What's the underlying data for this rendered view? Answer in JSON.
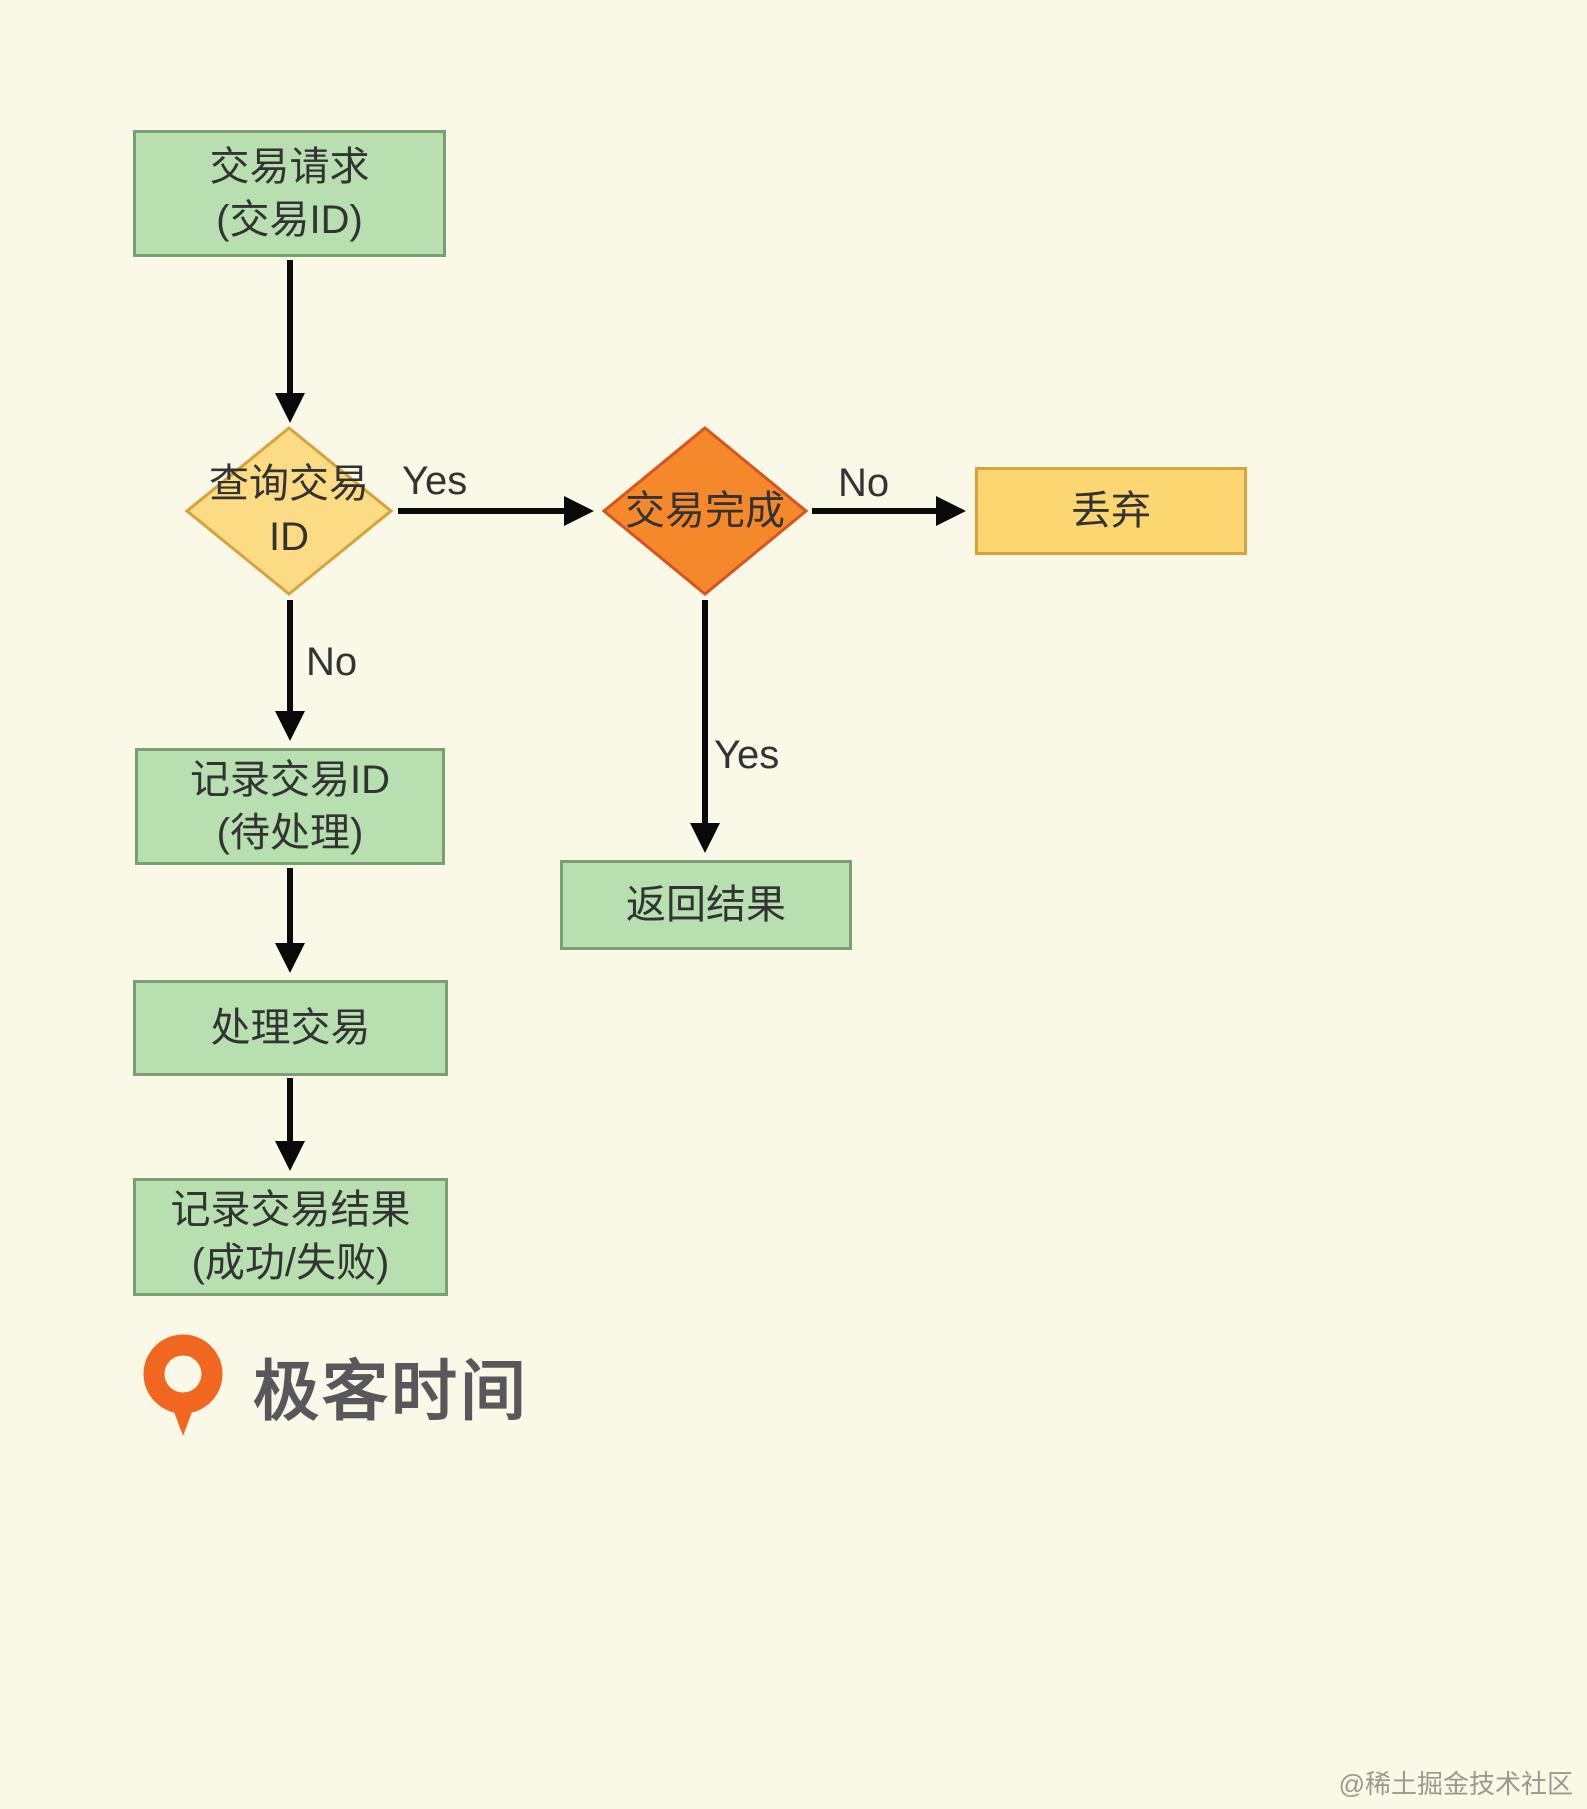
{
  "colors": {
    "canvas_bg": "#faf8e6",
    "green_fill": "#b7dfb0",
    "green_border": "#7b9f72",
    "amber_fill": "#fbdb84",
    "amber_border": "#d8a23e",
    "orange_fill": "#f6882c",
    "orange_border": "#d9531e",
    "yellow_fill": "#fcd671",
    "yellow_border": "#d8a23e",
    "arrow": "#0a0a0a",
    "text": "#333333",
    "brand_orange": "#f2671f"
  },
  "nodes": {
    "request": {
      "label": "交易请求\n(交易ID)"
    },
    "query": {
      "label": "查询交易\nID"
    },
    "complete": {
      "label": "交易完成"
    },
    "discard": {
      "label": "丢弃"
    },
    "return_result": {
      "label": "返回结果"
    },
    "record_id": {
      "label": "记录交易ID\n(待处理)"
    },
    "process": {
      "label": "处理交易"
    },
    "record_result": {
      "label": "记录交易结果\n(成功/失败)"
    }
  },
  "edges": {
    "query_yes": "Yes",
    "query_no": "No",
    "complete_no": "No",
    "complete_yes": "Yes"
  },
  "branding": {
    "logo_text": "极客时间"
  },
  "watermark": "@稀土掘金技术社区"
}
